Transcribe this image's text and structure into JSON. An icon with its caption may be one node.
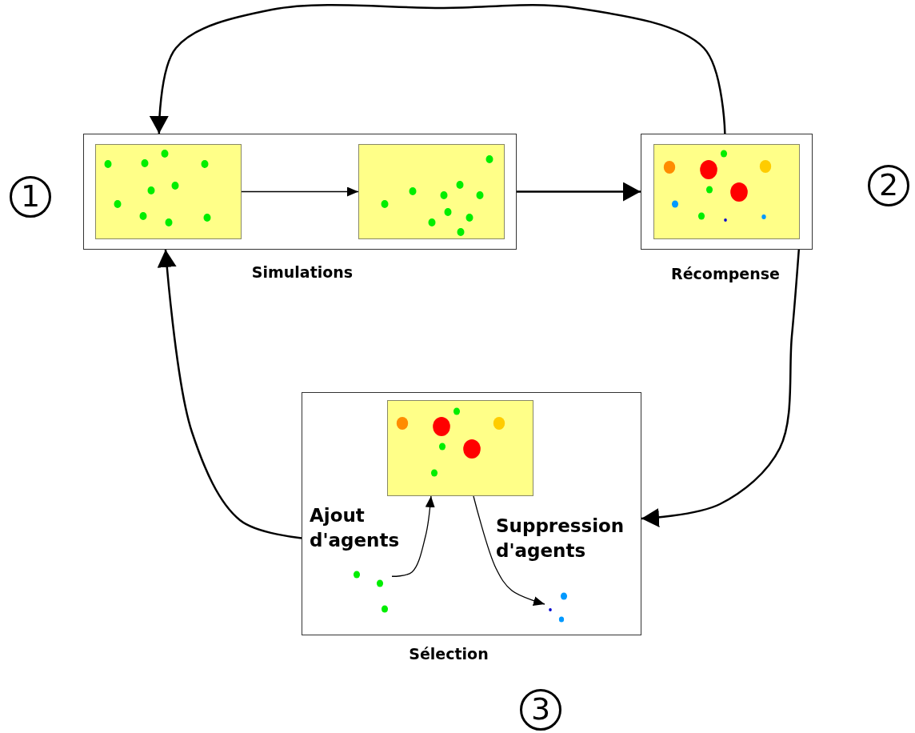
{
  "diagram": {
    "nodes": [
      {
        "text": [
          "Simulations"
        ]
      },
      {
        "text": [],
        "shape": "box",
        "in": 0
      },
      {
        "text": [],
        "shape": "box",
        "in": 0
      },
      {
        "text": [
          "Récompense"
        ]
      },
      {
        "text": [],
        "shape": "box",
        "in": 3
      },
      {
        "text": [
          "Sélection"
        ]
      },
      {
        "text": [],
        "shape": "box",
        "in": 5
      },
      {
        "text": [],
        "shape": "picture",
        "in": 5
      },
      {
        "text": [],
        "shape": "picture",
        "in": 5
      }
    ],
    "edges": [
      {
        "from": 1,
        "to": 2,
        "arrow": "to"
      },
      {
        "from": 0,
        "to": 3,
        "arrow": "to"
      },
      {
        "from": 3,
        "to": 0,
        "arrow": "to"
      },
      {
        "from": 3,
        "to": 5,
        "arrow": "to"
      },
      {
        "from": 5,
        "to": 0,
        "arrow": "to"
      },
      {
        "from": 7,
        "to": 6,
        "arrow": "to"
      },
      {
        "from": 6,
        "to": 8,
        "arrow": "to"
      }
    ],
    "labels": [
      "1",
      "2",
      "Ajout d'agents",
      "Suppression d'agents",
      "3"
    ]
  }
}
